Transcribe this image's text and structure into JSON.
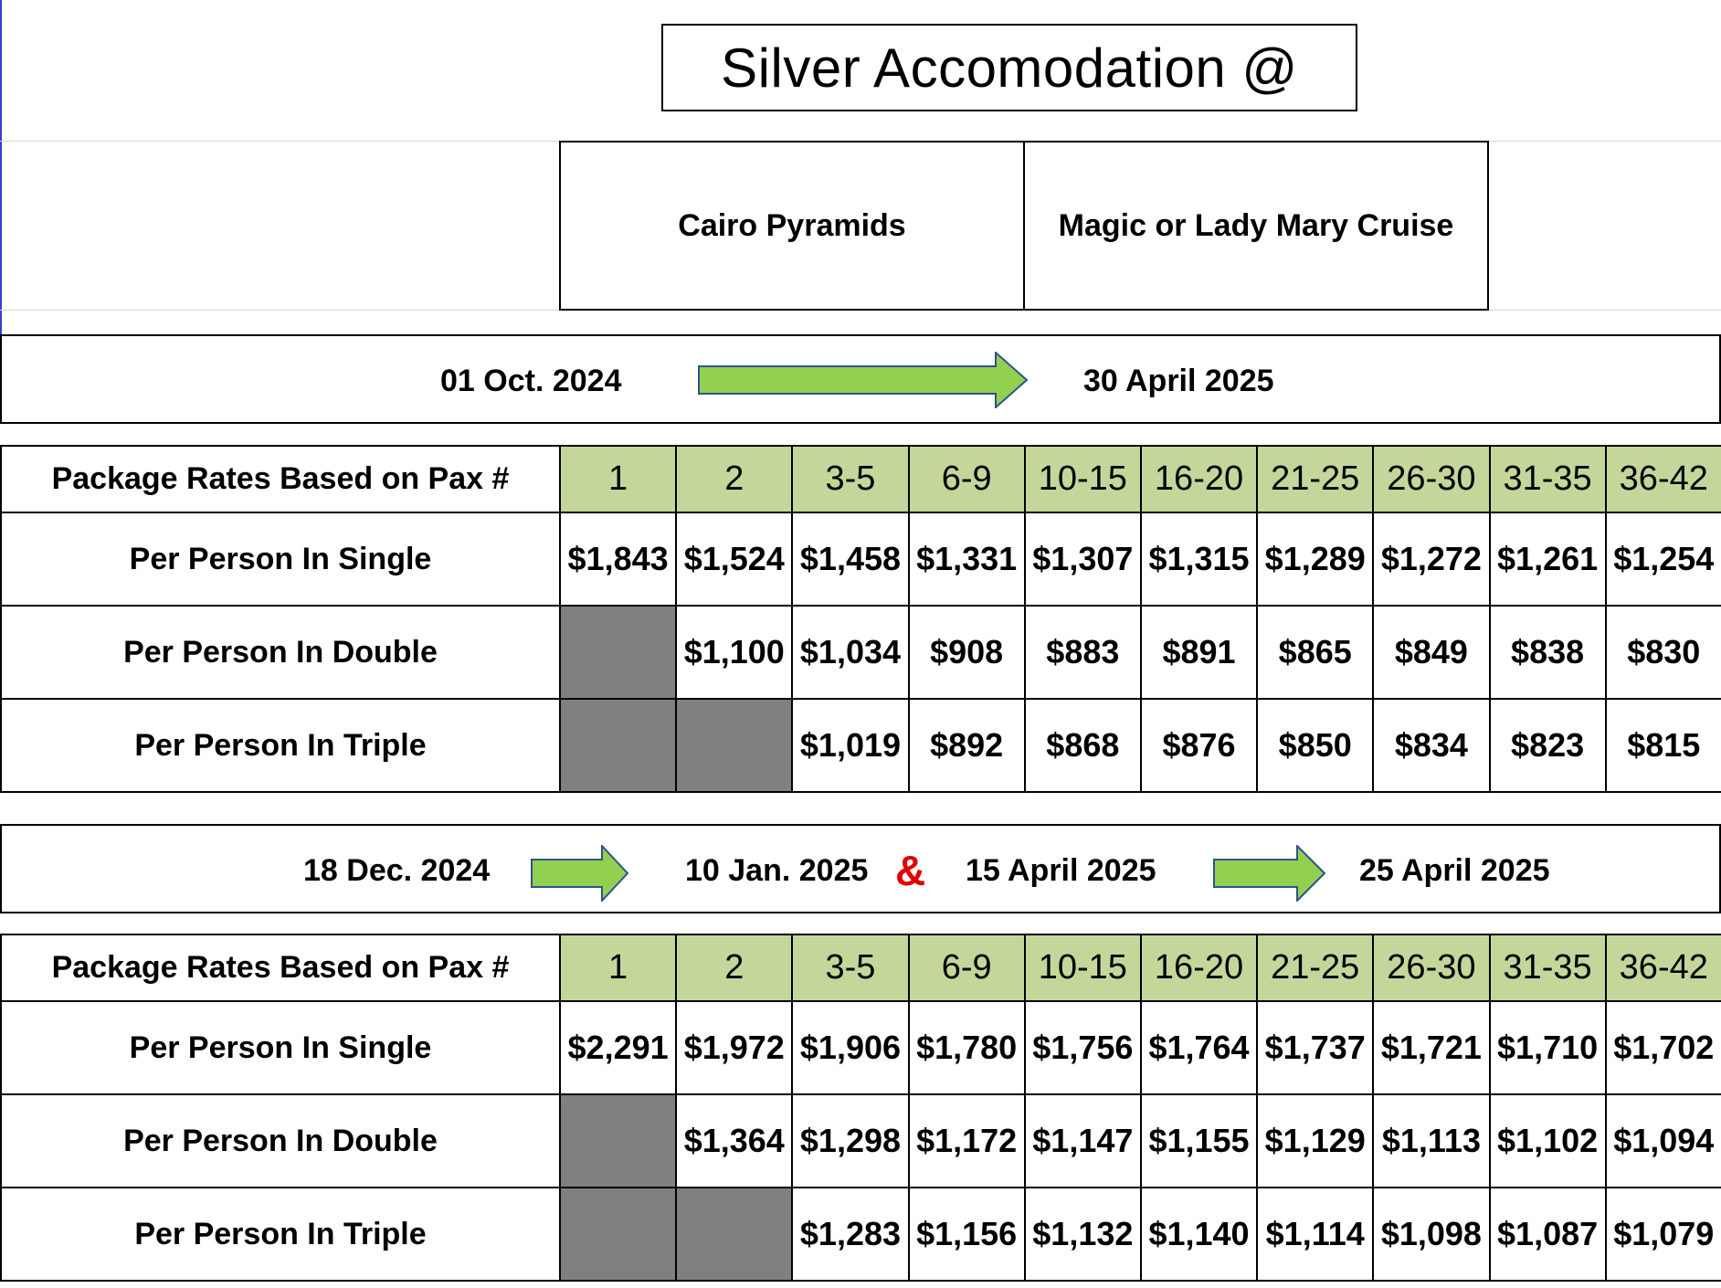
{
  "title": "Silver Accomodation @",
  "hotels": [
    "Cairo Pyramids",
    "Magic or Lady Mary Cruise"
  ],
  "periods": [
    {
      "segments": [
        {
          "start": "01 Oct.  2024",
          "end": "30 April 2025"
        }
      ]
    },
    {
      "segments": [
        {
          "start": "18 Dec.  2024",
          "end": "10 Jan. 2025"
        },
        {
          "start": "15 April  2025",
          "end": "25 April 2025"
        }
      ],
      "joiner": "&"
    }
  ],
  "tables": [
    {
      "header_label": "Package Rates Based on Pax #",
      "pax": [
        "1",
        "2",
        "3-5",
        "6-9",
        "10-15",
        "16-20",
        "21-25",
        "26-30",
        "31-35",
        "36-42"
      ],
      "rows": [
        {
          "label": "Per Person In Single",
          "values": [
            "$1,843",
            "$1,524",
            "$1,458",
            "$1,331",
            "$1,307",
            "$1,315",
            "$1,289",
            "$1,272",
            "$1,261",
            "$1,254"
          ]
        },
        {
          "label": "Per Person In Double",
          "values": [
            null,
            "$1,100",
            "$1,034",
            "$908",
            "$883",
            "$891",
            "$865",
            "$849",
            "$838",
            "$830"
          ]
        },
        {
          "label": "Per Person In Triple",
          "values": [
            null,
            null,
            "$1,019",
            "$892",
            "$868",
            "$876",
            "$850",
            "$834",
            "$823",
            "$815"
          ]
        }
      ]
    },
    {
      "header_label": "Package Rates Based on Pax #",
      "pax": [
        "1",
        "2",
        "3-5",
        "6-9",
        "10-15",
        "16-20",
        "21-25",
        "26-30",
        "31-35",
        "36-42"
      ],
      "rows": [
        {
          "label": "Per Person In Single",
          "values": [
            "$2,291",
            "$1,972",
            "$1,906",
            "$1,780",
            "$1,756",
            "$1,764",
            "$1,737",
            "$1,721",
            "$1,710",
            "$1,702"
          ]
        },
        {
          "label": "Per Person In Double",
          "values": [
            null,
            "$1,364",
            "$1,298",
            "$1,172",
            "$1,147",
            "$1,155",
            "$1,129",
            "$1,113",
            "$1,102",
            "$1,094"
          ]
        },
        {
          "label": "Per Person In Triple",
          "values": [
            null,
            null,
            "$1,283",
            "$1,156",
            "$1,132",
            "$1,140",
            "$1,114",
            "$1,098",
            "$1,087",
            "$1,079"
          ]
        }
      ]
    }
  ],
  "colors": {
    "header_fill": "#c4d79b",
    "unavailable_fill": "#808080",
    "arrow_fill": "#92d050",
    "arrow_stroke": "#2f528f",
    "ampersand": "#e00000"
  },
  "icons": [
    "right-arrow-icon"
  ]
}
